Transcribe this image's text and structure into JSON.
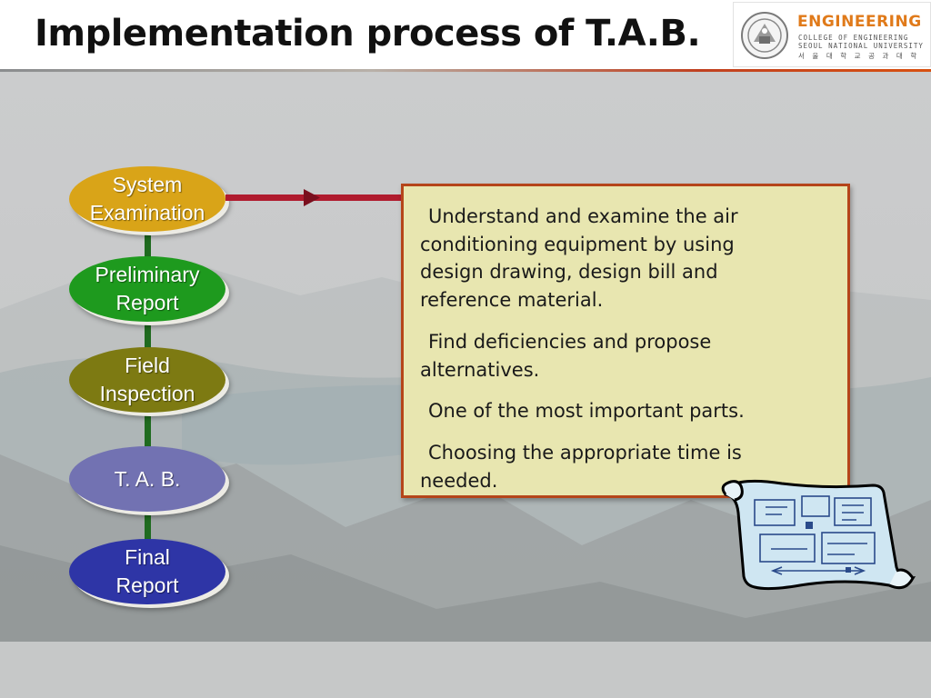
{
  "slide": {
    "title": "Implementation process of T.A.B."
  },
  "logo": {
    "name": "ENGINEERING",
    "line1": "COLLEGE OF ENGINEERING",
    "line2": "SEOUL NATIONAL UNIVERSITY",
    "line3": "서 울 대 학 교 공 과 대 학"
  },
  "flow": {
    "steps": [
      {
        "line1": "System",
        "line2": "Examination",
        "color": "#d9a418"
      },
      {
        "line1": "Preliminary",
        "line2": "Report",
        "color": "#1e9a1e"
      },
      {
        "line1": "Field",
        "line2": "Inspection",
        "color": "#7d7a12"
      },
      {
        "line1": "T. A. B.",
        "line2": "",
        "color": "#7272b2"
      },
      {
        "line1": "Final",
        "line2": "Report",
        "color": "#2e35a6"
      }
    ],
    "connector_color": "#1f6b1f",
    "arrow_color": "#b01b2e"
  },
  "description": {
    "items": [
      "Understand and examine the air conditioning equipment by using design drawing, design bill and reference material.",
      "Find deficiencies and propose alternatives.",
      "One of the most important parts.",
      "Choosing the appropriate time is needed."
    ],
    "box_fill": "#e8e6b0",
    "box_border": "#b5451a"
  }
}
